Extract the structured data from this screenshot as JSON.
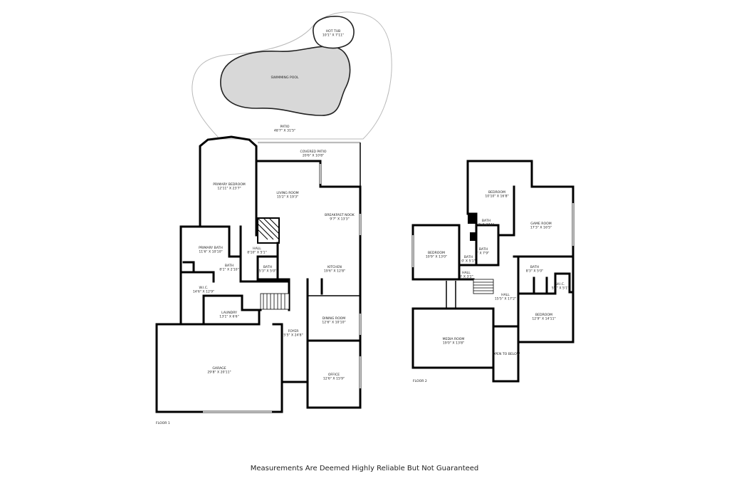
{
  "footer": "Measurements Are Deemed Highly Reliable But Not Guaranteed",
  "floor1": {
    "label": "FLOOR 1",
    "rooms": [
      {
        "id": "hot-tub",
        "name": "HOT TUB",
        "dims": "10'1\" X 7'11\""
      },
      {
        "id": "swimming-pool",
        "name": "SWIMMING POOL",
        "dims": ""
      },
      {
        "id": "patio",
        "name": "PATIO",
        "dims": "48'7\" X 31'5\""
      },
      {
        "id": "covered-patio",
        "name": "COVERED PATIO",
        "dims": "20'6\" X 10'8\""
      },
      {
        "id": "primary-bedroom",
        "name": "PRIMARY BEDROOM",
        "dims": "12'11\" X 23'7\""
      },
      {
        "id": "living-room",
        "name": "LIVING ROOM",
        "dims": "15'2\" X 19'3\""
      },
      {
        "id": "breakfast-nook",
        "name": "BREAKFAST NOOK",
        "dims": "9'7\" X 13'3\""
      },
      {
        "id": "primary-bath",
        "name": "PRIMARY BATH",
        "dims": "11'6\" X 10'10\""
      },
      {
        "id": "hall-1",
        "name": "HALL",
        "dims": "8'10\" X 5'1\""
      },
      {
        "id": "bath-1a",
        "name": "BATH",
        "dims": "8'1\" X 2'10\""
      },
      {
        "id": "bath-1b",
        "name": "BATH",
        "dims": "5'3\" X 5'0\""
      },
      {
        "id": "kitchen",
        "name": "KITCHEN",
        "dims": "19'6\" X 12'8\""
      },
      {
        "id": "wic-1",
        "name": "W.I.C.",
        "dims": "14'6\" X 12'9\""
      },
      {
        "id": "laundry",
        "name": "LAUNDRY",
        "dims": "13'1\" X 6'6\""
      },
      {
        "id": "dining-room",
        "name": "DINING ROOM",
        "dims": "12'6\" X 10'10\""
      },
      {
        "id": "foyer",
        "name": "FOYER",
        "dims": "5'5\" X 24'8\""
      },
      {
        "id": "garage",
        "name": "GARAGE",
        "dims": "29'8\" X 20'11\""
      },
      {
        "id": "office",
        "name": "OFFICE",
        "dims": "12'6\" X 15'9\""
      }
    ]
  },
  "floor2": {
    "label": "FLOOR 2",
    "rooms": [
      {
        "id": "bedroom-2a",
        "name": "BEDROOM",
        "dims": "10'10\" X 16'8\""
      },
      {
        "id": "game-room",
        "name": "GAME ROOM",
        "dims": "17'3\" X 16'5\""
      },
      {
        "id": "bath-2a",
        "name": "BATH",
        "dims": "2' X 3'11\""
      },
      {
        "id": "bedroom-2b",
        "name": "BEDROOM",
        "dims": "10'9\" X 13'0\""
      },
      {
        "id": "bath-2b",
        "name": "BATH",
        "dims": "' X 7'9\""
      },
      {
        "id": "bath-2c",
        "name": "BATH",
        "dims": "0' X 5'1\""
      },
      {
        "id": "bath-2d",
        "name": "BATH",
        "dims": "8'3\" X 5'0\""
      },
      {
        "id": "hall-2a",
        "name": "HALL",
        "dims": "3' X 3'2\""
      },
      {
        "id": "hall-2b",
        "name": "HALL",
        "dims": "15'5\" X 17'2\""
      },
      {
        "id": "wic-2",
        "name": "W.I.C.",
        "dims": "5'5\" X 5'1\""
      },
      {
        "id": "bedroom-2c",
        "name": "BEDROOM",
        "dims": "12'9\" X 14'11\""
      },
      {
        "id": "media-room",
        "name": "MEDIA ROOM",
        "dims": "19'0\" X 13'8\""
      },
      {
        "id": "open-to-below",
        "name": "OPEN TO BELOW",
        "dims": ""
      }
    ]
  }
}
